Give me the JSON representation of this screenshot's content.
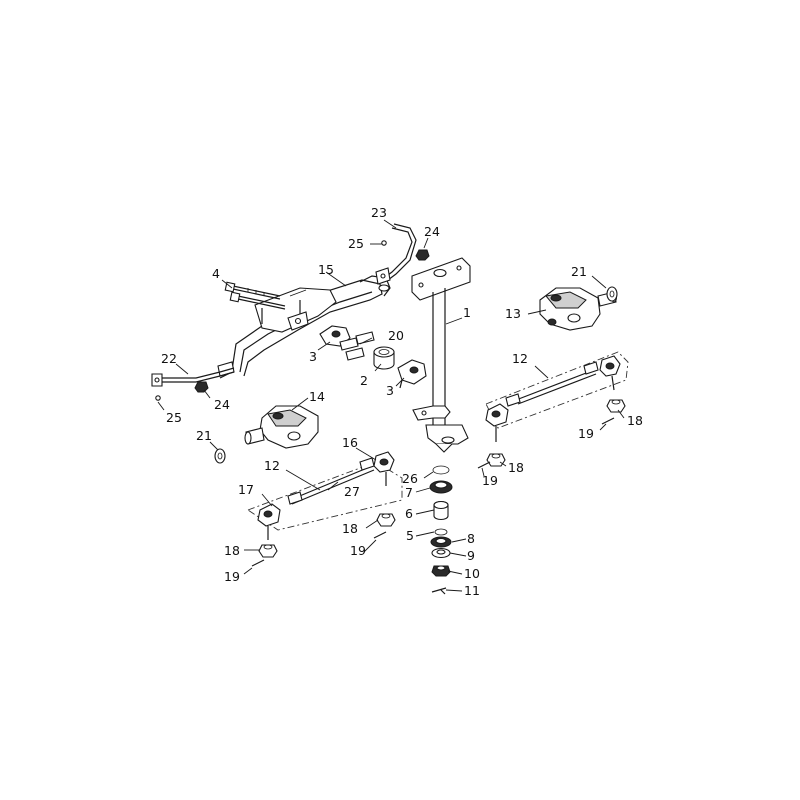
{
  "diagram": {
    "callouts": [
      {
        "id": "c1",
        "label": "1"
      },
      {
        "id": "c2",
        "label": "2"
      },
      {
        "id": "c3a",
        "label": "3"
      },
      {
        "id": "c3b",
        "label": "3"
      },
      {
        "id": "c4",
        "label": "4"
      },
      {
        "id": "c5",
        "label": "5"
      },
      {
        "id": "c6",
        "label": "6"
      },
      {
        "id": "c7",
        "label": "7"
      },
      {
        "id": "c8",
        "label": "8"
      },
      {
        "id": "c9",
        "label": "9"
      },
      {
        "id": "c10",
        "label": "10"
      },
      {
        "id": "c11",
        "label": "11"
      },
      {
        "id": "c12a",
        "label": "12"
      },
      {
        "id": "c12b",
        "label": "12"
      },
      {
        "id": "c13",
        "label": "13"
      },
      {
        "id": "c14",
        "label": "14"
      },
      {
        "id": "c15",
        "label": "15"
      },
      {
        "id": "c16",
        "label": "16"
      },
      {
        "id": "c17",
        "label": "17"
      },
      {
        "id": "c18a",
        "label": "18"
      },
      {
        "id": "c18b",
        "label": "18"
      },
      {
        "id": "c18c",
        "label": "18"
      },
      {
        "id": "c18d",
        "label": "18"
      },
      {
        "id": "c19a",
        "label": "19"
      },
      {
        "id": "c19b",
        "label": "19"
      },
      {
        "id": "c19c",
        "label": "19"
      },
      {
        "id": "c19d",
        "label": "19"
      },
      {
        "id": "c20",
        "label": "20"
      },
      {
        "id": "c21a",
        "label": "21"
      },
      {
        "id": "c21b",
        "label": "21"
      },
      {
        "id": "c22",
        "label": "22"
      },
      {
        "id": "c23",
        "label": "23"
      },
      {
        "id": "c24a",
        "label": "24"
      },
      {
        "id": "c24b",
        "label": "24"
      },
      {
        "id": "c25a",
        "label": "25"
      },
      {
        "id": "c25b",
        "label": "25"
      },
      {
        "id": "c26",
        "label": "26"
      },
      {
        "id": "c27",
        "label": "27"
      }
    ]
  }
}
